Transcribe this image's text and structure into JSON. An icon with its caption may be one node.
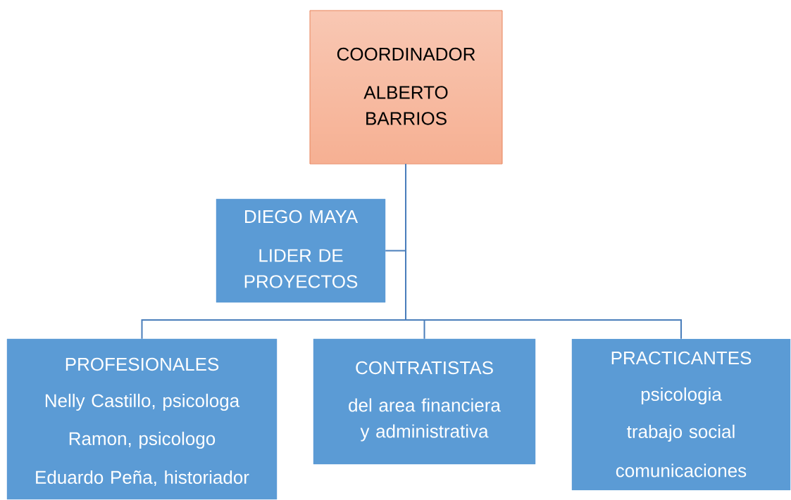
{
  "diagram": {
    "nodes": [
      {
        "text": [
          "COORDINADOR",
          "ALBERTO BARRIOS"
        ]
      },
      {
        "text": [
          "DIEGO MAYA",
          "LIDER DE PROYECTOS"
        ]
      },
      {
        "text": [
          "PROFESIONALES",
          "Nelly Castillo, psicologa",
          "Ramon, psicologo",
          "Eduardo Peña, historiador"
        ]
      },
      {
        "text": [
          "CONTRATISTAS",
          "del area financiera y administrativa"
        ]
      },
      {
        "text": [
          "PRACTICANTES",
          "psicologia",
          "trabajo social",
          "comunicaciones"
        ]
      }
    ],
    "edges": [
      {
        "from": 0,
        "to": 1,
        "arrow": "none"
      },
      {
        "from": 0,
        "to": 2,
        "arrow": "none"
      },
      {
        "from": 0,
        "to": 3,
        "arrow": "none"
      },
      {
        "from": 0,
        "to": 4,
        "arrow": "none"
      }
    ]
  }
}
